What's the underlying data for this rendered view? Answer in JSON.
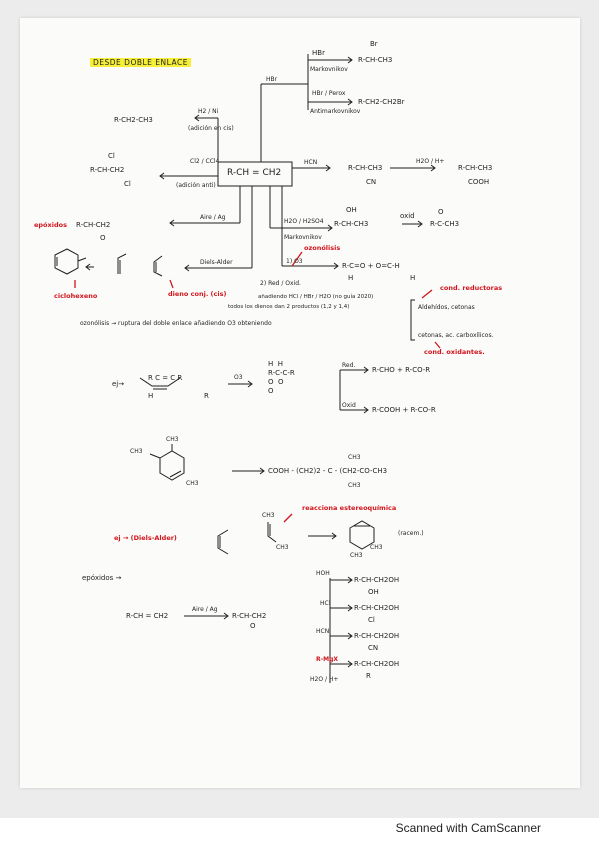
{
  "title": "DESDE DOBLE ENLACE",
  "center_reagent": "R-CH = CH2",
  "branches": {
    "hbr_top": "HBr",
    "br_label": "Br",
    "markov_product": "R-CH-CH3",
    "markov_label": "Markovnikov",
    "hbr_peroxide": "HBr / Perox",
    "anti_product": "R-CH2-CH2Br",
    "anti_label": "Antimarkovnikov",
    "hbr_branch": "HBr",
    "h2ni": "H2 / Ni",
    "alkane": "R-CH2-CH3",
    "adicion_en_cis": "(adición en cis)",
    "cl2": "Cl2 / CCl4",
    "dihalide": "R-CH-CH2",
    "cl_top": "Cl",
    "cl_bottom": "Cl",
    "adicion_anti": "(adición anti)",
    "hcn": "HCN",
    "nitrile": "R-CH-CH3",
    "cn": "CN",
    "hydrolysis": "H2O / H+",
    "acid": "R-CH-CH3",
    "cooh": "COOH",
    "h2o_h2so4": "H2O / H2SO4",
    "markov_oh": "Markovnikov",
    "oh": "OH",
    "alcohol": "R-CH-CH3",
    "oxid": "oxid",
    "ketone": "R-C-CH3",
    "ketone_o": "O",
    "epoxides_label": "epóxidos",
    "epoxide": "R-CH-CH2",
    "epoxide_o": "O",
    "ag_reagent": "Aire / Ag",
    "diels_alder_reagent": "Diels-Alder",
    "ozonolysis_red": "ozonólisis",
    "o3_step": "1) O3",
    "red_oxid_step": "2) Red / Oxid.",
    "ozonolysis_products": "R-C=O  +  O=C-H",
    "h_mark": "H",
    "h_mark2": "H",
    "cond_reductoras": "cond. reductoras",
    "ciclohexeno": "ciclohexeno",
    "dieno_conj": "dieno conj. (cis)",
    "adding_note": "añadiendo HCl / HBr / H2O (no guía 2020)",
    "dienes_note": "todos los dienos dan 2 productos (1,2 y 1,4)",
    "ozonolysis_def": "ozonólisis → ruptura del doble enlace añadiendo O3 obteniendo",
    "aldehidos": "Aldehídos, cetonas",
    "cetonas": "cetonas, ac. carboxílicos.",
    "cond_oxidantes": "cond. oxidantes."
  },
  "example1": {
    "label": "ej→",
    "reactant": "R  C = C  R",
    "reactant_h": "H",
    "reactant_r2": "R",
    "o3": "O3",
    "ozonide": "H  H\nR-C-C-R\nO  O\nO",
    "red": "Red.",
    "red_products": "R-CHO + R-CO-R",
    "oxid": "Oxid",
    "oxid_products": "R-COOH + R-CO-R"
  },
  "example2": {
    "ch3_top": "CH3",
    "ch3_left": "CH3",
    "ch3_ring": "CH3",
    "product": "COOH - (CH2)2 - C - (CH2-CO-CH3",
    "ch3_a": "CH3",
    "ch3_b": "CH3"
  },
  "example3": {
    "label": "ej → (Diels-Alder)",
    "note": "reacciona estereoquímica",
    "ch3_a": "CH3",
    "ch3_b": "CH3",
    "product_ch3_a": "CH3",
    "product_ch3_b": "CH3",
    "racemic": "(racem.)"
  },
  "epoxides": {
    "label": "epóxidos →",
    "start": "R-CH = CH2",
    "reagent": "Aire / Ag",
    "epoxide": "R-CH-CH2",
    "epoxide_o": "O",
    "hoh": "HOH",
    "p1": "R-CH-CH2OH",
    "p1_sub": "OH",
    "hcl": "HCl",
    "p2": "R-CH-CH2OH",
    "p2_sub": "Cl",
    "hcn": "HCN",
    "p3": "R-CH-CH2OH",
    "p3_sub": "CN",
    "rmgx": "R-MgX",
    "p4": "R-CH-CH2OH",
    "p4_sub": "R",
    "h2o_h": "H2O / H+"
  },
  "footer": "Scanned with CamScanner"
}
